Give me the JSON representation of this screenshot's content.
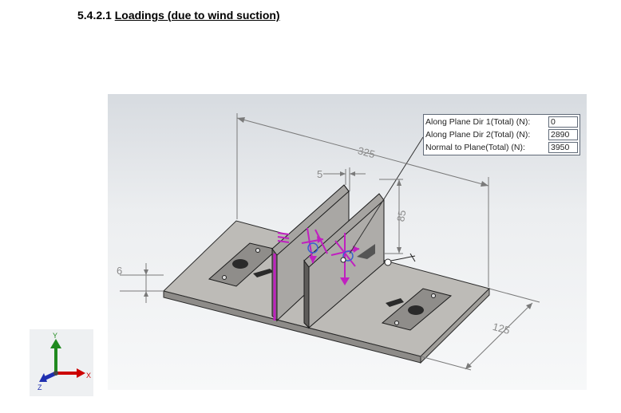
{
  "document": {
    "section_number": "5.4.2.1",
    "section_title": "Loadings (due to wind suction)"
  },
  "callout": {
    "rows": [
      {
        "label": "Along Plane Dir 1(Total) (N):",
        "value": "0"
      },
      {
        "label": "Along Plane Dir 2(Total) (N):",
        "value": "2890"
      },
      {
        "label": "Normal to Plane(Total) (N):",
        "value": "3950"
      }
    ]
  },
  "dimensions": {
    "length": "325",
    "gap": "5",
    "fin_height": "85",
    "base_thickness": "6",
    "width": "125"
  },
  "triad": {
    "x_label": "X",
    "y_label": "Y",
    "z_label": "Z"
  },
  "colors": {
    "load_arrows": "#c020c0",
    "plate_fill": "#b8b6b2",
    "axis_x": "#cc0000",
    "axis_y": "#1f8a1f",
    "axis_z": "#1f2fb0"
  }
}
